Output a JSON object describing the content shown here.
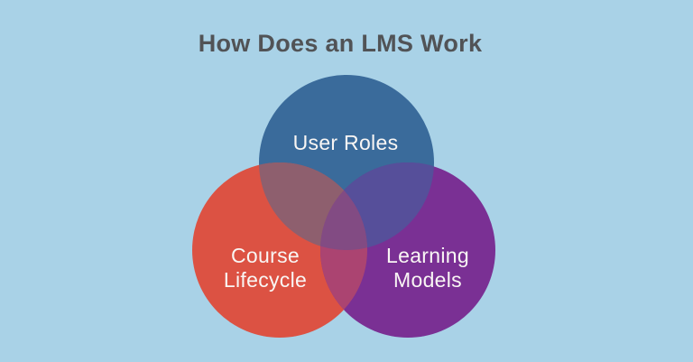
{
  "title": "How Does an LMS Work",
  "venn": {
    "circles": [
      {
        "label": "User Roles",
        "color": "#3A6B9B"
      },
      {
        "label_line1": "Course",
        "label_line2": "Lifecycle",
        "color": "#DC5243"
      },
      {
        "label_line1": "Learning",
        "label_line2": "Models",
        "color": "#7A3094"
      }
    ],
    "overlaps": {
      "top_left": "#8E5F6E",
      "top_right": "#564F9A",
      "left_right": "#AB4471",
      "center": "#824B83"
    }
  },
  "colors": {
    "background": "#A9D2E7",
    "title_text": "#515356",
    "label_text": "#F9F6F4"
  }
}
